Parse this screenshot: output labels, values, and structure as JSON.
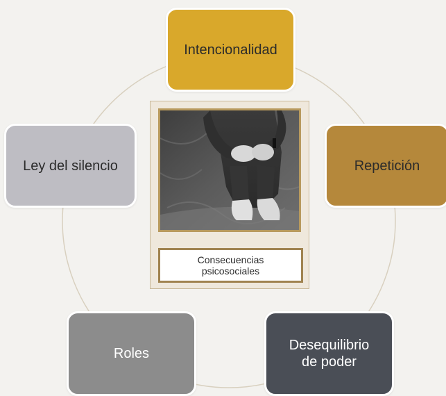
{
  "center": {
    "caption": "Consecuencias\npsicosociales"
  },
  "nodes": {
    "top": {
      "label": "Intencionalidad",
      "color": "#d9a82b"
    },
    "right": {
      "label": "Repetición",
      "color": "#b5883b"
    },
    "bottom_right": {
      "label": "Desequilibrio\nde poder",
      "color": "#4a4e56"
    },
    "bottom_left": {
      "label": "Roles",
      "color": "#8c8c8c"
    },
    "left": {
      "label": "Ley del silencio",
      "color": "#bebdc3"
    }
  },
  "colors": {
    "background": "#f3f2ef",
    "ring": "#d8d0bf",
    "card_background": "#efe8dc",
    "photo_frame": "#b89a5e",
    "caption_border": "#a08350"
  }
}
